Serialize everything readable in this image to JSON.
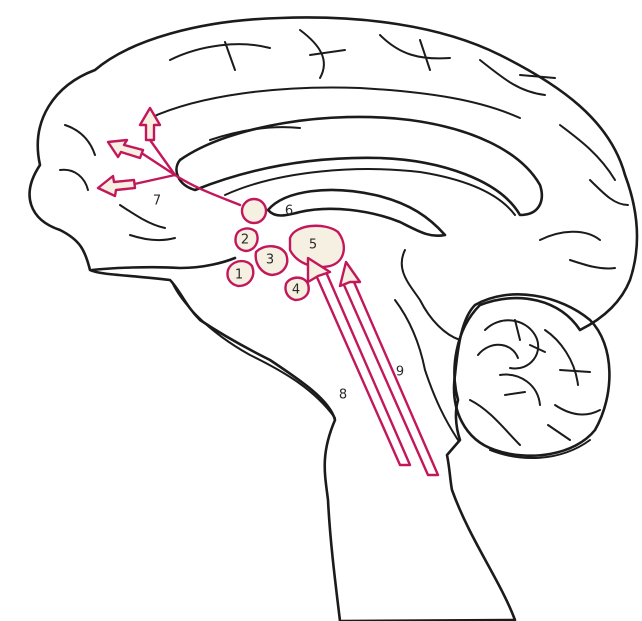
{
  "colors": {
    "brain_fill": "#f5f0e2",
    "outline": "#1b1b1b",
    "pathway": "#c2185b",
    "background": "#ffffff"
  },
  "labels": {
    "n1": "1",
    "n2": "2",
    "n3": "3",
    "n4": "4",
    "n5": "5",
    "n6": "6",
    "n7": "7",
    "n8": "8",
    "n9": "9"
  }
}
